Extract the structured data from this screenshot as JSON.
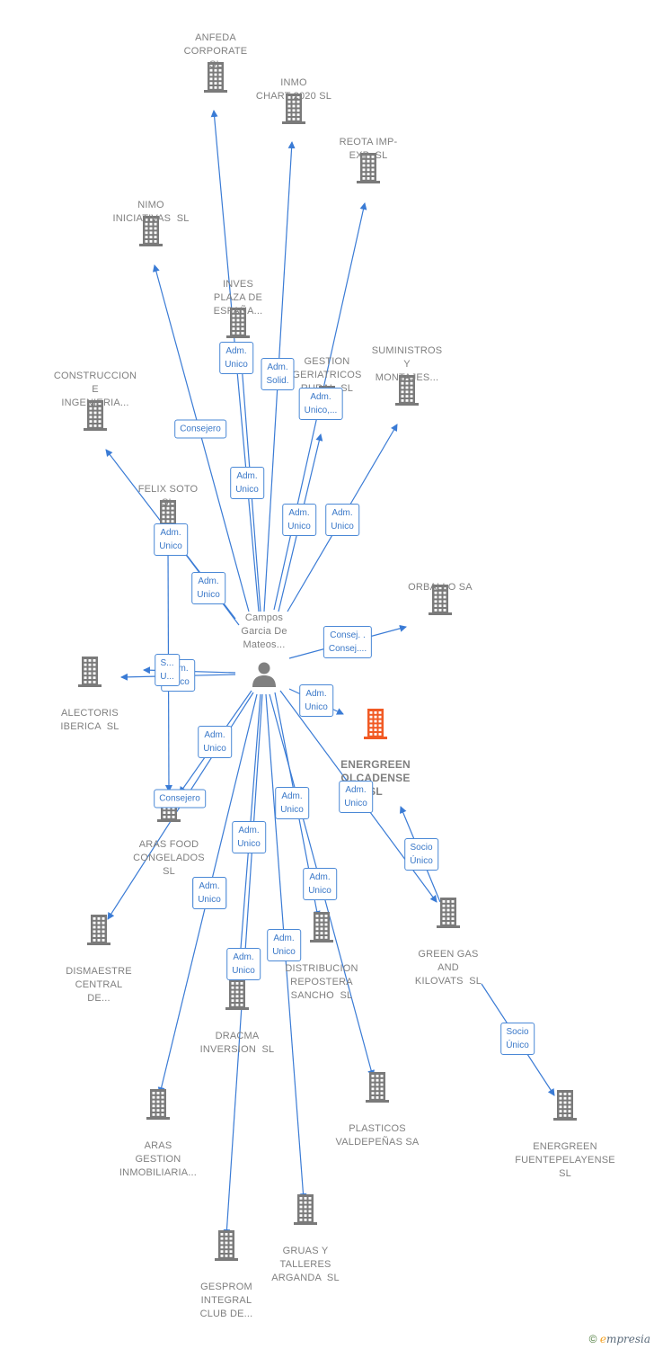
{
  "center": {
    "id": "campos",
    "label": "Campos\nGarcia De\nMateos..."
  },
  "colors": {
    "edge": "#3a7bd5",
    "building": "#7a7a7a",
    "focus": "#f15a24",
    "person": "#808080"
  },
  "nodes": [
    {
      "id": "anfeda",
      "label": "ANFEDA\nCORPORATE\nSL",
      "focus": false
    },
    {
      "id": "inmo",
      "label": "INMO\nCHART 2020 SL",
      "focus": false
    },
    {
      "id": "reota",
      "label": "REOTA IMP-\nEXP  SL",
      "focus": false
    },
    {
      "id": "nimo",
      "label": "NIMO\nINICIATIVAS  SL",
      "focus": false
    },
    {
      "id": "inves",
      "label": "INVES\nPLAZA DE\nESPAÑA...",
      "focus": false
    },
    {
      "id": "gestion",
      "label": "GESTION\nGERIATRICOS\nRURAL  SL",
      "focus": false
    },
    {
      "id": "suministros",
      "label": "SUMINISTROS\nY\nMONTAJES...",
      "focus": false
    },
    {
      "id": "construccion",
      "label": "CONSTRUCCION\nE\nINGENIERIA...",
      "focus": false
    },
    {
      "id": "felix",
      "label": "FELIX SOTO\nSL",
      "focus": false
    },
    {
      "id": "orballo",
      "label": "ORBALLO SA",
      "focus": false
    },
    {
      "id": "alectoris",
      "label": "ALECTORIS\nIBERICA  SL",
      "focus": false
    },
    {
      "id": "energreen_olc",
      "label": "ENERGREEN\nOLCADENSE\nSL",
      "focus": true
    },
    {
      "id": "aras_food",
      "label": "ARAS FOOD\nCONGELADOS\nSL",
      "focus": false
    },
    {
      "id": "dismaestre",
      "label": "DISMAESTRE\nCENTRAL\nDE...",
      "focus": false
    },
    {
      "id": "distribucion",
      "label": "DISTRIBUCION\nREPOSTERA\nSANCHO  SL",
      "focus": false
    },
    {
      "id": "green_gas",
      "label": "GREEN GAS\nAND\nKILOVATS  SL",
      "focus": false
    },
    {
      "id": "dracma",
      "label": "DRACMA\nINVERSION  SL",
      "focus": false
    },
    {
      "id": "plasticos",
      "label": "PLASTICOS\nVALDEPEÑAS SA",
      "focus": false
    },
    {
      "id": "energreen_fue",
      "label": "ENERGREEN\nFUENTEPELAYENSE\nSL",
      "focus": false
    },
    {
      "id": "aras_gestion",
      "label": "ARAS\nGESTION\nINMOBILIARIA...",
      "focus": false
    },
    {
      "id": "gruas",
      "label": "GRUAS Y\nTALLERES\nARGANDA  SL",
      "focus": false
    },
    {
      "id": "gesprom",
      "label": "GESPROM\nINTEGRAL\nCLUB DE...",
      "focus": false
    }
  ],
  "edges": [
    {
      "id": "e_anfeda",
      "from": "campos",
      "to": "anfeda",
      "label": "Adm.\nUnico"
    },
    {
      "id": "e_inmo",
      "from": "campos",
      "to": "inmo",
      "label": "Adm.\nSolid."
    },
    {
      "id": "e_reota",
      "from": "campos",
      "to": "reota",
      "label": "Adm.\nUnico,..."
    },
    {
      "id": "e_nimo",
      "from": "campos",
      "to": "nimo",
      "label": "Consejero"
    },
    {
      "id": "e_inves",
      "from": "campos",
      "to": "inves",
      "label": "Adm.\nUnico"
    },
    {
      "id": "e_gestion",
      "from": "campos",
      "to": "gestion",
      "label": "Adm.\nUnico"
    },
    {
      "id": "e_suministros",
      "from": "campos",
      "to": "suministros",
      "label": "Adm.\nUnico"
    },
    {
      "id": "e_construccion",
      "from": "campos",
      "to": "construccion",
      "label": "Adm.\nUnico"
    },
    {
      "id": "e_felix",
      "from": "campos",
      "to": "felix",
      "label": "Adm.\nUnico"
    },
    {
      "id": "e_orballo",
      "from": "campos",
      "to": "orballo",
      "label": "Consej. .\nConsej...."
    },
    {
      "id": "e_alectoris",
      "from": "campos",
      "to": "alectoris",
      "label": "Adm.\nUnico"
    },
    {
      "id": "e_alectoris2",
      "from": "campos",
      "to": "alectoris",
      "label": "S...\nU..."
    },
    {
      "id": "e_energreen",
      "from": "campos",
      "to": "energreen_olc",
      "label": "Adm.\nUnico"
    },
    {
      "id": "e_arasfood",
      "from": "campos",
      "to": "aras_food",
      "label": "Adm.\nUnico"
    },
    {
      "id": "e_felix_aras",
      "from": "felix",
      "to": "aras_food",
      "label": "Consejero"
    },
    {
      "id": "e_dismaestre",
      "from": "campos",
      "to": "dismaestre",
      "label": "Adm.\nUnico"
    },
    {
      "id": "e_distribucion",
      "from": "campos",
      "to": "distribucion",
      "label": "Adm.\nUnico"
    },
    {
      "id": "e_greengas",
      "from": "campos",
      "to": "green_gas",
      "label": "Adm.\nUnico"
    },
    {
      "id": "e_greengas_energreen",
      "from": "green_gas",
      "to": "energreen_olc",
      "label": "Socio\nÚnico"
    },
    {
      "id": "e_dracma",
      "from": "campos",
      "to": "dracma",
      "label": "Adm.\nUnico"
    },
    {
      "id": "e_plasticos",
      "from": "campos",
      "to": "plasticos",
      "label": "Adm.\nUnico"
    },
    {
      "id": "e_greengas_fue",
      "from": "green_gas",
      "to": "energreen_fue",
      "label": "Socio\nÚnico"
    },
    {
      "id": "e_arasgestion",
      "from": "campos",
      "to": "aras_gestion",
      "label": "Adm.\nUnico"
    },
    {
      "id": "e_gruas",
      "from": "campos",
      "to": "gruas",
      "label": "Adm.\nUnico"
    },
    {
      "id": "e_gesprom",
      "from": "campos",
      "to": "gesprom",
      "label": "Adm.\nUnico"
    }
  ],
  "footer": {
    "copyright": "©",
    "brand_first": "e",
    "brand_rest": "mpresia"
  }
}
